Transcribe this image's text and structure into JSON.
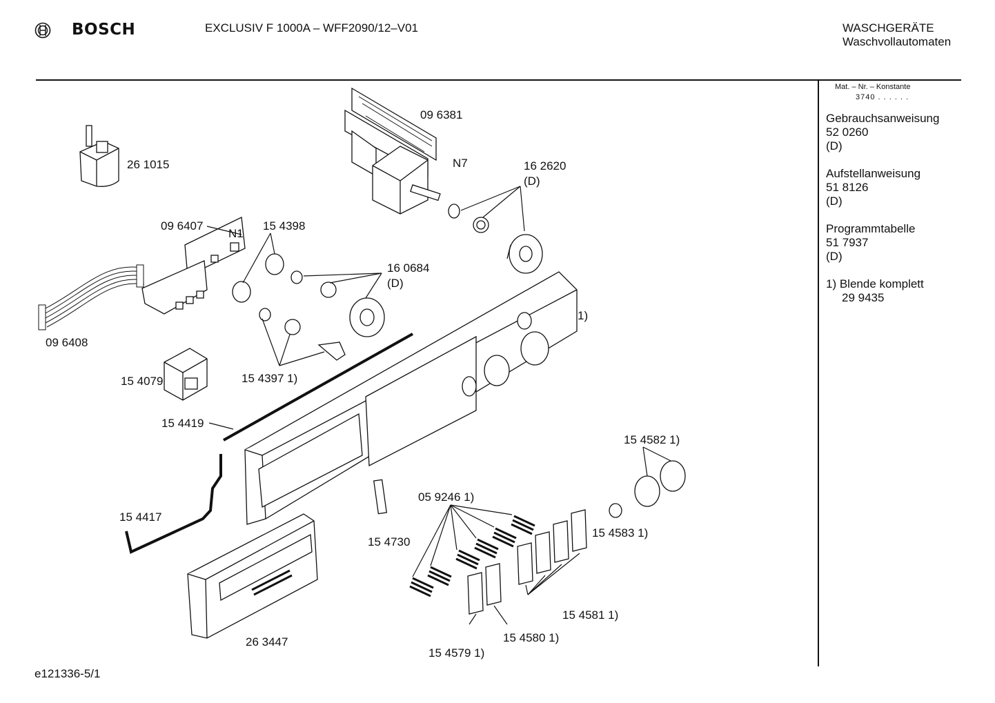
{
  "header": {
    "brand": "BOSCH",
    "model": "EXCLUSIV F 1000A – WFF2090/12–V01",
    "category": "WASCHGERÄTE",
    "subcategory": "Waschvollautomaten",
    "logo_icon": "bosch-armature-icon"
  },
  "sidebar": {
    "mat_label": "Mat. – Nr. – Konstante",
    "mat_value": "3740 . . . . . .",
    "docs": [
      {
        "title": "Gebrauchsanweisung",
        "number": "52 0260",
        "lang": "(D)"
      },
      {
        "title": "Aufstellanweisung",
        "number": "51 8126",
        "lang": "(D)"
      },
      {
        "title": "Programmtabelle",
        "number": "51 7937",
        "lang": "(D)"
      }
    ],
    "note_title": "1) Blende komplett",
    "note_number": "29 9435"
  },
  "footer": {
    "code": "e121336-5/1"
  },
  "parts": {
    "p261015": "26 1015",
    "p096381": "09 6381",
    "n7": "N7",
    "p162620": "16 2620",
    "p162620d": "(D)",
    "p096407": "09 6407",
    "n1": "N1",
    "p154398": "15 4398",
    "p160684": "16 0684",
    "p160684d": "(D)",
    "p096408": "09 6408",
    "p154079": "15 4079",
    "p154397": "15 4397 1)",
    "p1": "1)",
    "p154419": "15 4419",
    "p154417": "15 4417",
    "p154582": "15 4582 1)",
    "p059246": "05 9246 1)",
    "p154583": "15 4583 1)",
    "p154730": "15 4730",
    "p154581": "15 4581 1)",
    "p154580": "15 4580 1)",
    "p263447": "26 3447",
    "p154579": "15 4579 1)"
  }
}
